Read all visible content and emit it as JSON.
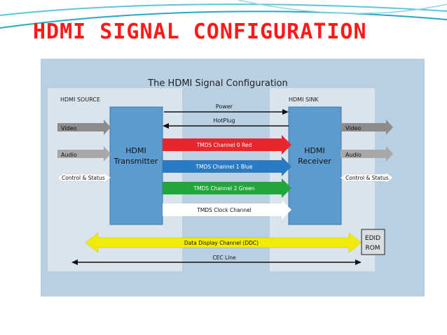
{
  "slide": {
    "title": "HDMI SIGNAL CONFIGURATION"
  },
  "diagram": {
    "title": "The HDMI Signal Configuration",
    "source_label": "HDMI SOURCE",
    "sink_label": "HDMI SINK",
    "transmitter": {
      "line1": "HDMI",
      "line2": "Transmitter"
    },
    "receiver": {
      "line1": "HDMI",
      "line2": "Receiver"
    },
    "edid": {
      "line1": "EDID",
      "line2": "ROM"
    },
    "inputs": [
      "Video",
      "Audio",
      "Control & Status"
    ],
    "outputs": [
      "Video",
      "Audio",
      "Control & Status"
    ],
    "channels": {
      "power": "Power",
      "hotplug": "HotPlug",
      "tmds0": "TMDS Channel 0 Red",
      "tmds1": "TMDS Channel 1 Blue",
      "tmds2": "TMDS Channel 2 Green",
      "clock": "TMDS Clock Channel",
      "ddc": "Data Display Channel (DDC)",
      "cec": "CEC Line"
    },
    "colors": {
      "red": "#e8262e",
      "blue": "#2a7bc4",
      "green": "#22a53a",
      "yellow": "#f2ea0c",
      "box": "#5b9bd0"
    }
  }
}
